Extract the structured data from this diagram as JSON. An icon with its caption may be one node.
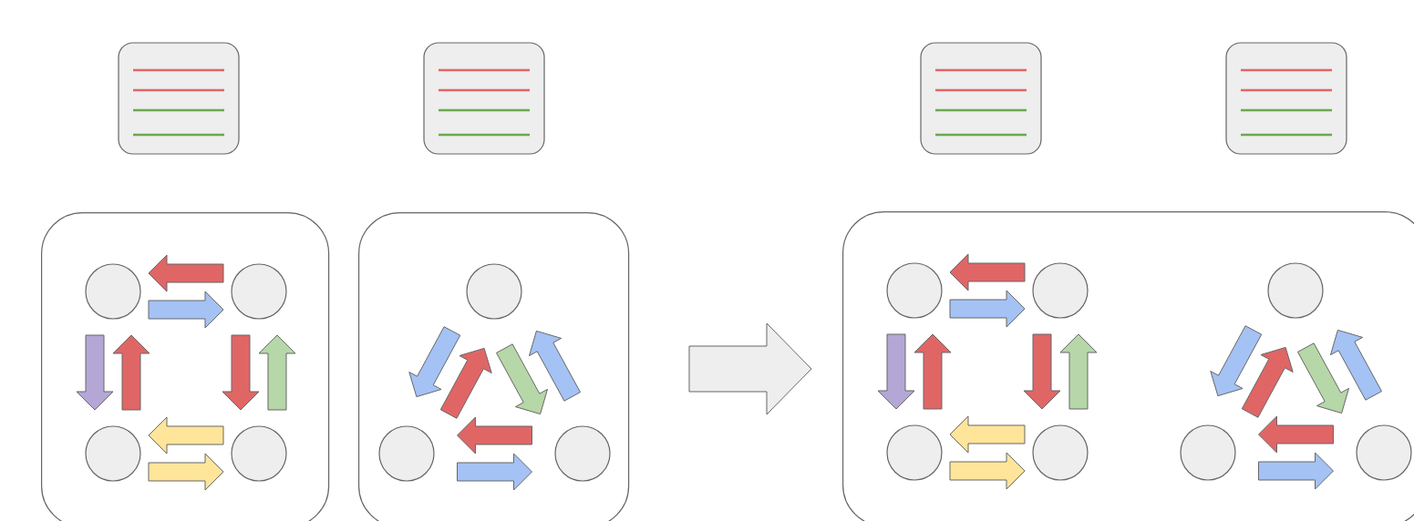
{
  "diagram": {
    "nodes": [
      {
        "text": [],
        "shape": "document"
      },
      {
        "text": [],
        "shape": "document"
      },
      {
        "text": [],
        "shape": "document"
      },
      {
        "text": [],
        "shape": "document"
      },
      {
        "text": [],
        "shape": "box"
      },
      {
        "text": [],
        "shape": "circle",
        "in": 4
      },
      {
        "text": [],
        "shape": "circle",
        "in": 4
      },
      {
        "text": [],
        "shape": "circle",
        "in": 4
      },
      {
        "text": [],
        "shape": "circle",
        "in": 4
      },
      {
        "text": [],
        "shape": "box"
      },
      {
        "text": [],
        "shape": "circle",
        "in": 9
      },
      {
        "text": [],
        "shape": "circle",
        "in": 9
      },
      {
        "text": [],
        "shape": "circle",
        "in": 9
      },
      {
        "text": [],
        "shape": "box"
      },
      {
        "text": [],
        "shape": "circle",
        "in": 13
      },
      {
        "text": [],
        "shape": "circle",
        "in": 13
      },
      {
        "text": [],
        "shape": "circle",
        "in": 13
      },
      {
        "text": [],
        "shape": "circle",
        "in": 13
      },
      {
        "text": [],
        "shape": "circle",
        "in": 13
      },
      {
        "text": [],
        "shape": "circle",
        "in": 13
      },
      {
        "text": [],
        "shape": "circle",
        "in": 13
      }
    ],
    "edges": [
      {
        "from": 6,
        "to": 5,
        "arrow": "to",
        "color": "#e06666"
      },
      {
        "from": 5,
        "to": 6,
        "arrow": "to",
        "color": "#a4c2f4"
      },
      {
        "from": 5,
        "to": 7,
        "arrow": "to",
        "color": "#b4a7d6"
      },
      {
        "from": 7,
        "to": 5,
        "arrow": "to",
        "color": "#e06666"
      },
      {
        "from": 6,
        "to": 8,
        "arrow": "to",
        "color": "#e06666"
      },
      {
        "from": 8,
        "to": 6,
        "arrow": "to",
        "color": "#b6d7a8"
      },
      {
        "from": 8,
        "to": 7,
        "arrow": "to",
        "color": "#ffe599"
      },
      {
        "from": 7,
        "to": 8,
        "arrow": "to",
        "color": "#ffe599"
      },
      {
        "from": 10,
        "to": 11,
        "arrow": "to",
        "color": "#a4c2f4"
      },
      {
        "from": 11,
        "to": 10,
        "arrow": "to",
        "color": "#e06666"
      },
      {
        "from": 10,
        "to": 12,
        "arrow": "to",
        "color": "#b6d7a8"
      },
      {
        "from": 12,
        "to": 10,
        "arrow": "to",
        "color": "#a4c2f4"
      },
      {
        "from": 12,
        "to": 11,
        "arrow": "to",
        "color": "#e06666"
      },
      {
        "from": 11,
        "to": 12,
        "arrow": "to",
        "color": "#a4c2f4"
      },
      {
        "from": 9,
        "to": 13,
        "arrow": "to",
        "color": "#eeeeee"
      },
      {
        "from": 15,
        "to": 14,
        "arrow": "to",
        "color": "#e06666"
      },
      {
        "from": 14,
        "to": 15,
        "arrow": "to",
        "color": "#a4c2f4"
      },
      {
        "from": 14,
        "to": 16,
        "arrow": "to",
        "color": "#b4a7d6"
      },
      {
        "from": 16,
        "to": 14,
        "arrow": "to",
        "color": "#e06666"
      },
      {
        "from": 15,
        "to": 17,
        "arrow": "to",
        "color": "#e06666"
      },
      {
        "from": 17,
        "to": 15,
        "arrow": "to",
        "color": "#b6d7a8"
      },
      {
        "from": 17,
        "to": 16,
        "arrow": "to",
        "color": "#ffe599"
      },
      {
        "from": 16,
        "to": 17,
        "arrow": "to",
        "color": "#ffe599"
      },
      {
        "from": 18,
        "to": 19,
        "arrow": "to",
        "color": "#a4c2f4"
      },
      {
        "from": 19,
        "to": 18,
        "arrow": "to",
        "color": "#e06666"
      },
      {
        "from": 18,
        "to": 20,
        "arrow": "to",
        "color": "#b6d7a8"
      },
      {
        "from": 20,
        "to": 18,
        "arrow": "to",
        "color": "#a4c2f4"
      },
      {
        "from": 20,
        "to": 19,
        "arrow": "to",
        "color": "#e06666"
      },
      {
        "from": 19,
        "to": 20,
        "arrow": "to",
        "color": "#a4c2f4"
      }
    ]
  }
}
